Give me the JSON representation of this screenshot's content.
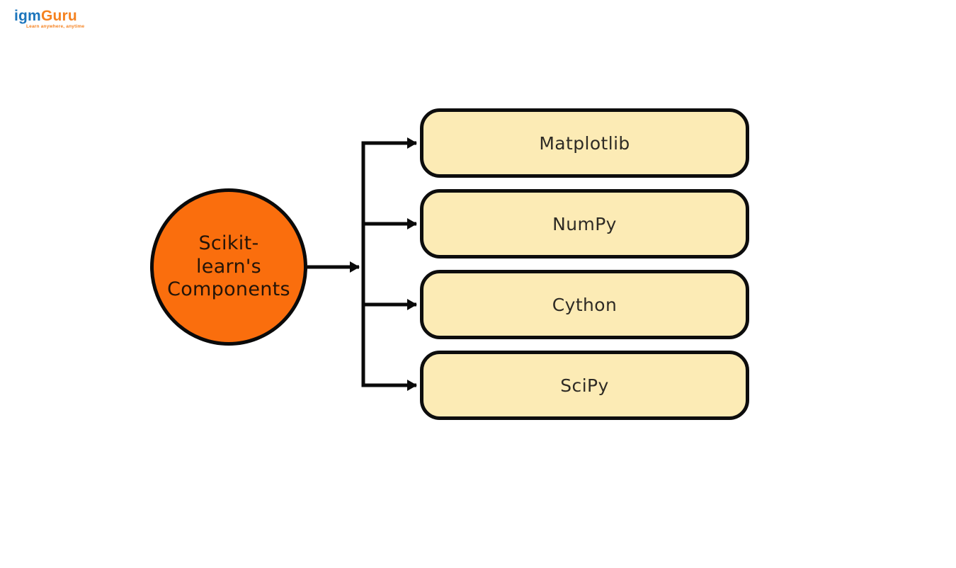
{
  "logo": {
    "brand_blue_text": "igm",
    "brand_orange_text": "Guru",
    "tagline": "Learn anywhere, anytime"
  },
  "colors": {
    "logo_blue": "#1C75BC",
    "logo_orange": "#F58220",
    "node_orange": "#FA6E0D",
    "box_cream": "#FCEBB5",
    "connector_black": "#0A0A0A",
    "background": "#FFFFFF"
  },
  "diagram": {
    "center_node": {
      "label": "Scikit-learn's Components",
      "label_lines": [
        "Scikit-",
        "learn's",
        "Components"
      ]
    },
    "components": [
      {
        "label": "Matplotlib"
      },
      {
        "label": "NumPy"
      },
      {
        "label": "Cython"
      },
      {
        "label": "SciPy"
      }
    ]
  }
}
